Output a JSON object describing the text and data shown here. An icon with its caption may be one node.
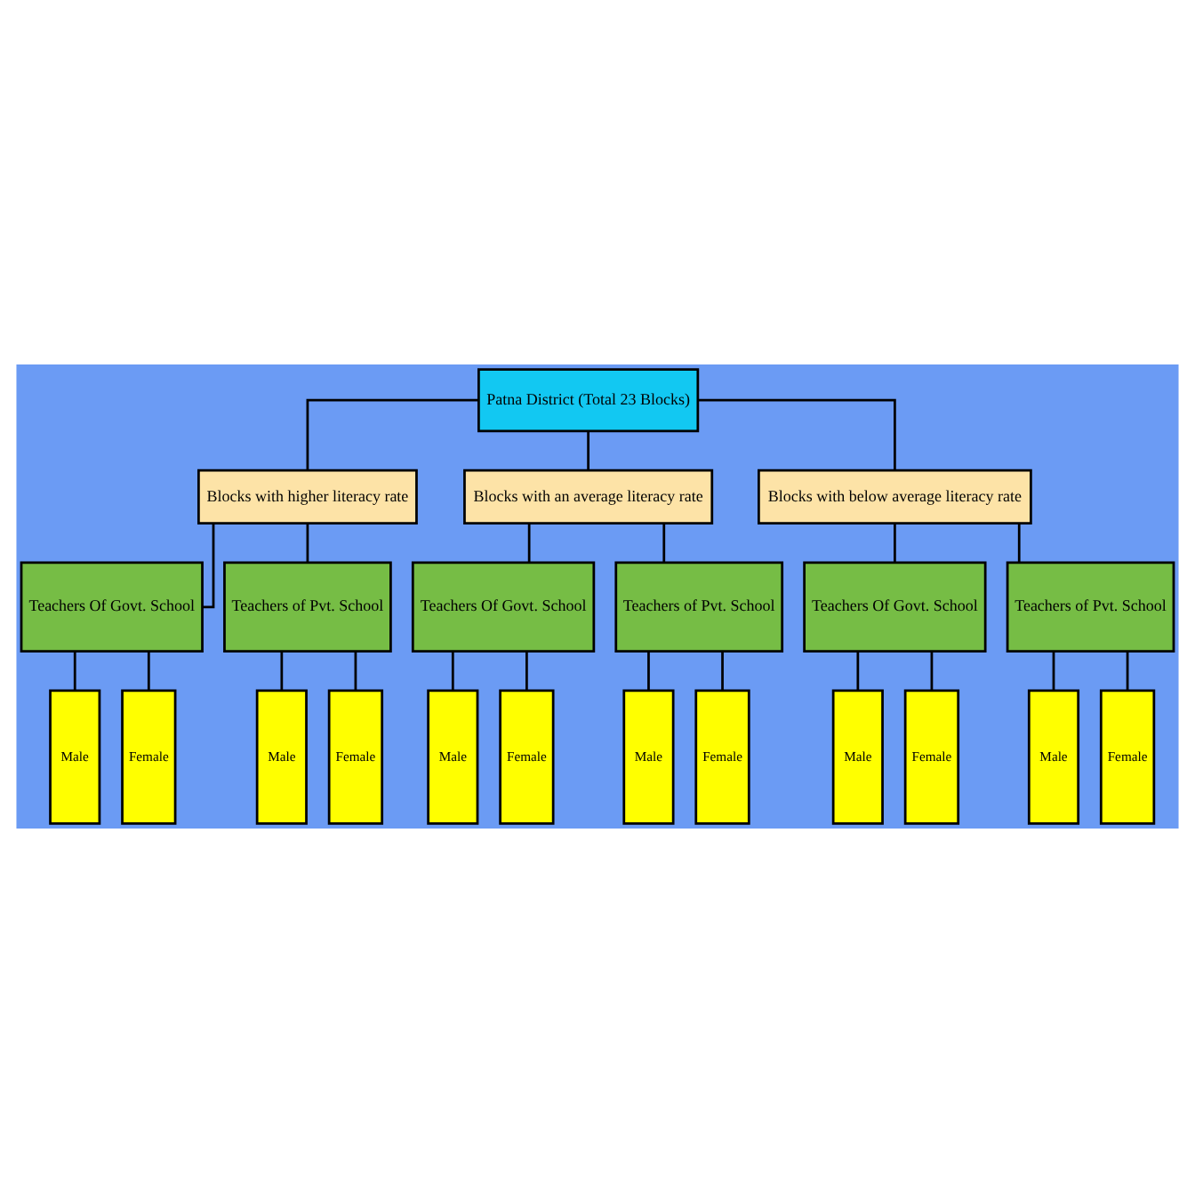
{
  "diagram": {
    "nodes": [
      {
        "text": [
          "Patna District (Total 23 Blocks)"
        ]
      },
      {
        "text": [
          "Blocks with higher literacy rate"
        ]
      },
      {
        "text": [
          "Blocks with an average literacy rate"
        ]
      },
      {
        "text": [
          "Blocks with below average literacy rate"
        ]
      },
      {
        "text": [
          "Teachers Of Govt. School"
        ]
      },
      {
        "text": [
          "Teachers of Pvt. School"
        ]
      },
      {
        "text": [
          "Teachers Of Govt. School"
        ]
      },
      {
        "text": [
          "Teachers of Pvt. School"
        ]
      },
      {
        "text": [
          "Teachers Of Govt. School"
        ]
      },
      {
        "text": [
          "Teachers of Pvt. School"
        ]
      },
      {
        "text": [
          "Male"
        ]
      },
      {
        "text": [
          "Female"
        ]
      },
      {
        "text": [
          "Male"
        ]
      },
      {
        "text": [
          "Female"
        ]
      },
      {
        "text": [
          "Male"
        ]
      },
      {
        "text": [
          "Female"
        ]
      },
      {
        "text": [
          "Male"
        ]
      },
      {
        "text": [
          "Female"
        ]
      },
      {
        "text": [
          "Male"
        ]
      },
      {
        "text": [
          "Female"
        ]
      },
      {
        "text": [
          "Male"
        ]
      },
      {
        "text": [
          "Female"
        ]
      }
    ],
    "edges": [
      {
        "from": 0,
        "to": 1,
        "arrow": "none"
      },
      {
        "from": 0,
        "to": 2,
        "arrow": "none"
      },
      {
        "from": 0,
        "to": 3,
        "arrow": "none"
      },
      {
        "from": 1,
        "to": 4,
        "arrow": "none"
      },
      {
        "from": 1,
        "to": 5,
        "arrow": "none"
      },
      {
        "from": 2,
        "to": 6,
        "arrow": "none"
      },
      {
        "from": 2,
        "to": 7,
        "arrow": "none"
      },
      {
        "from": 3,
        "to": 8,
        "arrow": "none"
      },
      {
        "from": 3,
        "to": 9,
        "arrow": "none"
      },
      {
        "from": 4,
        "to": 10,
        "arrow": "none"
      },
      {
        "from": 4,
        "to": 11,
        "arrow": "none"
      },
      {
        "from": 5,
        "to": 12,
        "arrow": "none"
      },
      {
        "from": 5,
        "to": 13,
        "arrow": "none"
      },
      {
        "from": 6,
        "to": 14,
        "arrow": "none"
      },
      {
        "from": 6,
        "to": 15,
        "arrow": "none"
      },
      {
        "from": 7,
        "to": 16,
        "arrow": "none"
      },
      {
        "from": 7,
        "to": 17,
        "arrow": "none"
      },
      {
        "from": 8,
        "to": 18,
        "arrow": "none"
      },
      {
        "from": 8,
        "to": 19,
        "arrow": "none"
      },
      {
        "from": 9,
        "to": 20,
        "arrow": "none"
      },
      {
        "from": 9,
        "to": 21,
        "arrow": "none"
      }
    ]
  }
}
